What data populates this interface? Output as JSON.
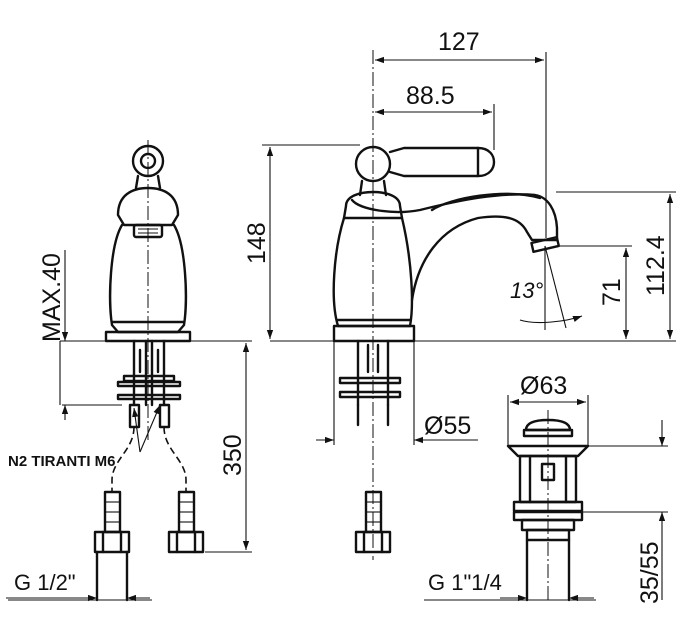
{
  "dimensions": {
    "width_total": "127",
    "width_handle": "88.5",
    "height_body": "148",
    "height_total": "112.4",
    "height_spout": "71",
    "max_deck": "MAX.40",
    "length_hoses": "350",
    "diameter_base": "Ø55",
    "diameter_waste": "Ø63",
    "waste_height": "35/55",
    "spout_angle": "13°"
  },
  "labels": {
    "rods": "N2 TIRANTI M6",
    "thread_supply": "G 1/2\"",
    "thread_waste": "G 1\"1/4"
  }
}
